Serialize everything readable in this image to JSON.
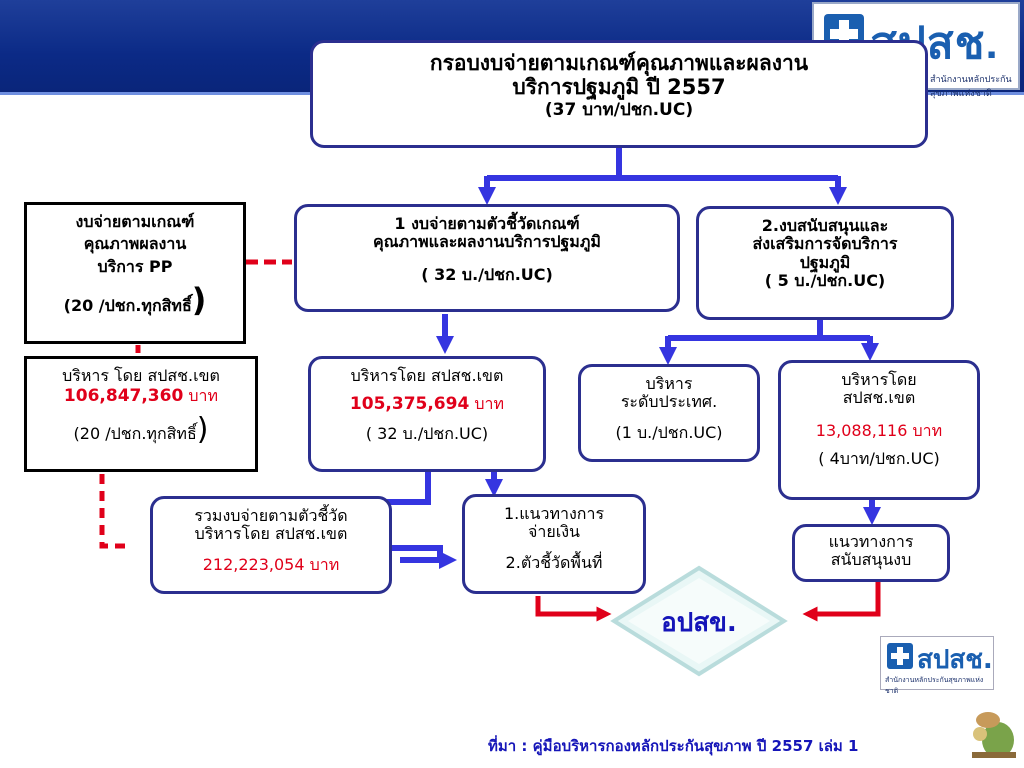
{
  "logo": {
    "name": "สปสช.",
    "subtitle": "สำนักงานหลักประกันสุขภาพแห่งชาติ"
  },
  "title": {
    "line1": "กรอบงบจ่ายตามเกณฑ์คุณภาพและผลงาน",
    "line2": "บริการปฐมภูมิ ปี 2557",
    "line3": "(37 บาท/ปชก.UC)"
  },
  "pp_box": {
    "line1": "งบจ่ายตามเกณฑ์",
    "line2": "คุณภาพผลงาน",
    "line3": "บริการ PP",
    "line4": "(20 /ปชก.ทุกสิทธิ์",
    "paren": ")"
  },
  "box1": {
    "line1": "1 งบจ่ายตามตัวชี้วัดเกณฑ์",
    "line2": "คุณภาพและผลงานบริการปฐมภูมิ",
    "line3": "( 32 บ./ปชก.UC)"
  },
  "box2": {
    "line1": "2.งบสนับสนุนและ",
    "line2": "ส่งเสริมการจัดบริการ",
    "line3": "ปฐมภูมิ",
    "line4": "( 5 บ./ปชก.UC)"
  },
  "pp_region": {
    "line1": "บริหาร โดย สปสช.เขต",
    "amount": "106,847,360",
    "unit": "บาท",
    "line3": "(20 /ปชก.ทุกสิทธิ์",
    "paren": ")"
  },
  "region1": {
    "line1": "บริหารโดย สปสช.เขต",
    "amount": "105,375,694",
    "unit": "บาท",
    "line3": "( 32 บ./ปชก.UC)"
  },
  "national": {
    "line1": "บริหาร",
    "line2": "ระดับประเทศ.",
    "line3": "(1 บ./ปชก.UC)"
  },
  "region2": {
    "line1": "บริหารโดย",
    "line2": "สปสช.เขต",
    "amount": "13,088,116 บาท",
    "line4": "( 4บาท/ปชก.UC)"
  },
  "total": {
    "line1": "รวมงบจ่ายตามตัวชี้วัด",
    "line2": "บริหารโดย สปสช.เขต",
    "amount": "212,223,054 บาท"
  },
  "guide": {
    "line1": "1.แนวทางการ",
    "line2": "จ่ายเงิน",
    "line3": "2.ตัวชี้วัดพื้นที่"
  },
  "support": {
    "line1": "แนวทางการ",
    "line2": "สนับสนุนงบ"
  },
  "diamond": {
    "label": "อปสข."
  },
  "source": "ที่มา : คู่มือบริหารกองหลักประกันสุขภาพ ปี 2557  เล่ม 1",
  "colors": {
    "navy": "#0b2a86",
    "box_border": "#2b2f8f",
    "arrow_blue": "#3535e0",
    "arrow_red": "#e0001a",
    "amount_red": "#e0001a"
  }
}
